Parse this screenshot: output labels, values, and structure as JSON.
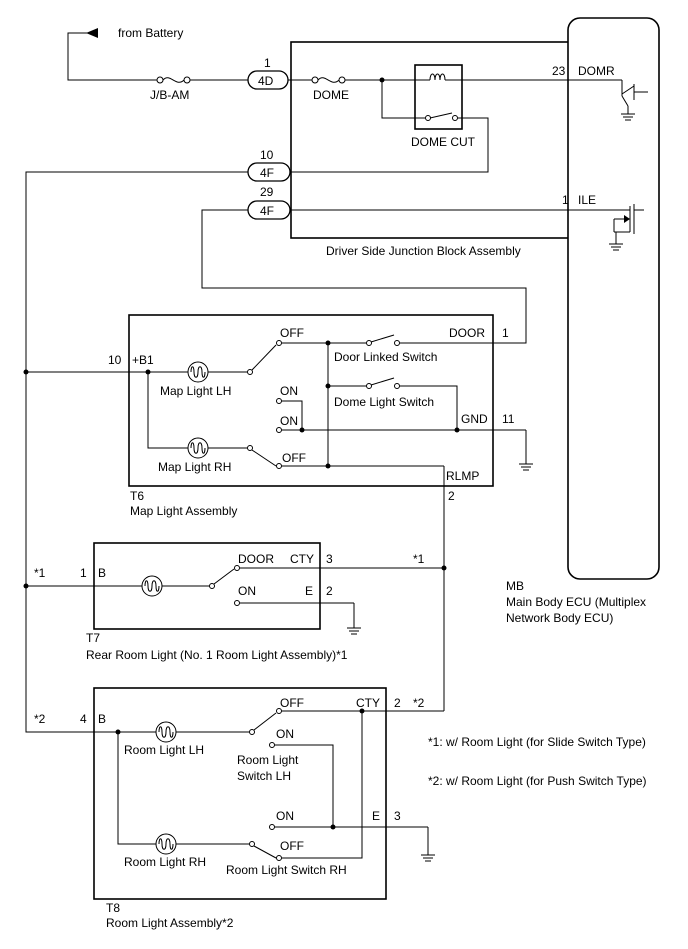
{
  "components": {
    "from_battery": "from Battery",
    "jb_am": "J/B-AM",
    "dome_fuse": "DOME",
    "dome_cut": "DOME CUT",
    "dsjb": "Driver Side Junction Block Assembly",
    "door_linked_switch": "Door Linked Switch",
    "dome_light_switch": "Dome Light Switch",
    "map_light_lh": "Map Light LH",
    "map_light_rh": "Map Light RH",
    "t6_code": "T6",
    "t6_name": "Map Light Assembly",
    "t7_code": "T7",
    "t7_name": "Rear Room Light (No. 1 Room Light Assembly)*1",
    "t8_code": "T8",
    "t8_name": "Room Light Assembly*2",
    "room_light_lh": "Room Light LH",
    "room_light_rh": "Room Light RH",
    "room_light_switch_lh_1": "Room Light",
    "room_light_switch_lh_2": "Switch LH",
    "room_light_switch_rh": "Room Light Switch RH",
    "mb_code": "MB",
    "mb_name_1": "Main Body ECU (Multiplex",
    "mb_name_2": "Network Body ECU)"
  },
  "connectors": {
    "c4d": "4D",
    "c4f_a": "4F",
    "c4f_b": "4F"
  },
  "pins": {
    "p1": "1",
    "p10": "10",
    "p29": "29",
    "p23": "23",
    "ecu_1": "1",
    "t6_1": "1",
    "t6_10": "10",
    "t6_11": "11",
    "t6_2": "2",
    "t7_1": "1",
    "t7_3": "3",
    "t7_2": "2",
    "t8_4": "4",
    "t8_2": "2",
    "t8_3": "3"
  },
  "terminals": {
    "domr": "DOMR",
    "ile": "ILE",
    "door": "DOOR",
    "b1": "+B1",
    "gnd": "GND",
    "rlmp": "RLMP",
    "off1": "OFF",
    "on1": "ON",
    "on2": "ON",
    "off2": "OFF",
    "t7_door": "DOOR",
    "t7_cty": "CTY",
    "t7_b": "B",
    "t7_on": "ON",
    "t7_e": "E",
    "t8_off1": "OFF",
    "t8_cty": "CTY",
    "t8_b": "B",
    "t8_on1": "ON",
    "t8_on2": "ON",
    "t8_e": "E",
    "t8_off2": "OFF"
  },
  "marks": {
    "m1a": "*1",
    "m1b": "*1",
    "m2a": "*2",
    "m2b": "*2"
  },
  "notes": {
    "n1": "*1: w/ Room Light (for Slide Switch Type)",
    "n2": "*2: w/ Room Light (for Push Switch Type)"
  }
}
